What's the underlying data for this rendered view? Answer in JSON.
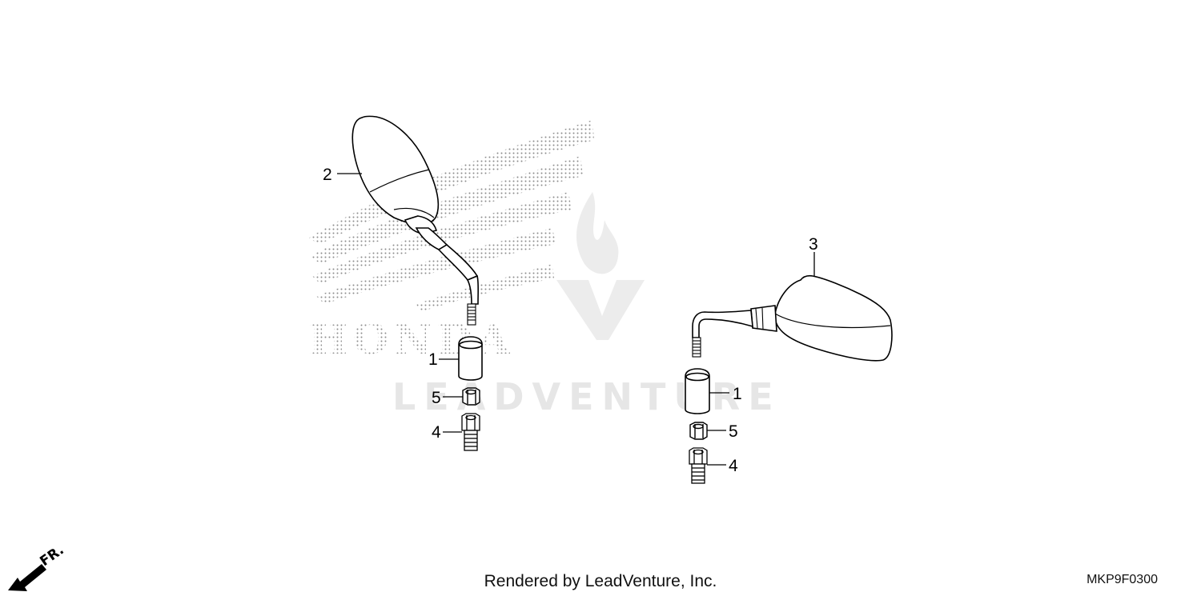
{
  "diagram": {
    "watermark_text": "LEADVENTURE",
    "brand_text": "HONDA",
    "direction_label": "FR.",
    "callouts": {
      "left_mirror": "2",
      "right_mirror": "3",
      "left_cap": "1",
      "left_nut": "5",
      "left_bolt": "4",
      "right_cap": "1",
      "right_nut": "5",
      "right_bolt": "4"
    }
  },
  "footer": {
    "rendered_by": "Rendered by LeadVenture, Inc.",
    "diagram_code": "MKP9F0300"
  }
}
